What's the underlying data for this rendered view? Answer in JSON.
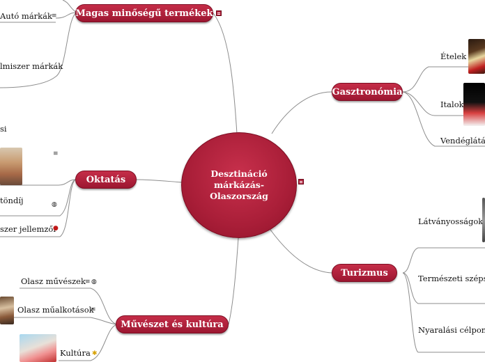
{
  "central": {
    "title": "Desztináció márkázás-Olaszország"
  },
  "branches": [
    {
      "label": "Magas minőségű termékek"
    },
    {
      "label": "Gasztronómia"
    },
    {
      "label": "Oktatás"
    },
    {
      "label": "Turizmus"
    },
    {
      "label": "Művészet és kultúra"
    }
  ],
  "leaves": {
    "auto": "Autó márkák",
    "elelmiszer": "lmiszer márkák",
    "etelek": "Ételek",
    "italok": "Italok",
    "vendeglatas": "Vendéglátás,",
    "si": "si",
    "osztondij": "töndíj",
    "jellemzoi": "szer jellemzői",
    "latvanyossagok": "Látványosságok",
    "termeszeti": "Természeti szépség",
    "nyaralasi": "Nyaralási célpont",
    "muveszek": "Olasz művészek",
    "mualkotasok": "Olasz műalkotások",
    "kultura": "Kultúra"
  },
  "icons": {
    "note": "note-icon",
    "globe": "globe-icon",
    "lines": "text-lines-icon",
    "apple": "apple-icon",
    "star": "star-icon"
  },
  "colors": {
    "node_fill": "#b22340",
    "node_border": "#7c0d22",
    "link": "#8c8c8c"
  }
}
